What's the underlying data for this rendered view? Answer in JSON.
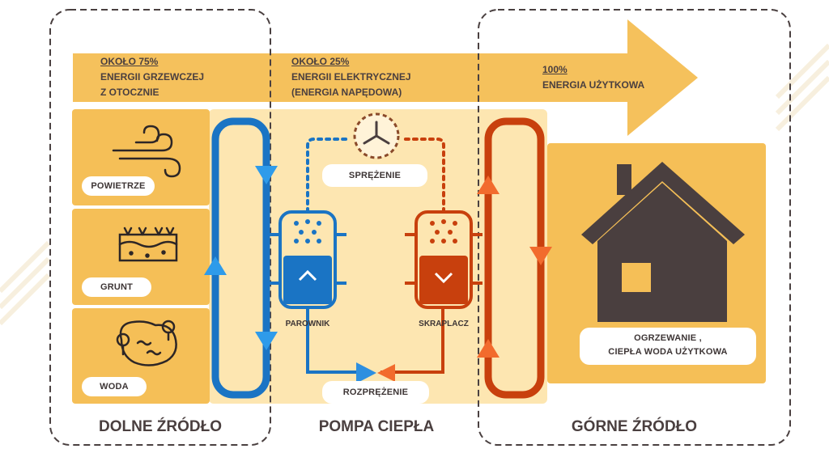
{
  "header": {
    "lower": {
      "percent": "OKOŁO 75%",
      "line1": "ENERGII GRZEWCZEJ",
      "line2": "Z OTOCZNIE"
    },
    "middle": {
      "percent": "OKOŁO 25%",
      "line1": "ENERGII ELEKTRYCZNEJ",
      "line2": "(ENERGIA NAPĘDOWA)"
    },
    "upper": {
      "percent": "100%",
      "line1": "ENERGIA UŻYTKOWA"
    }
  },
  "sources": [
    {
      "label": "POWIETRZE",
      "icon": "wind-icon"
    },
    {
      "label": "GRUNT",
      "icon": "soil-icon"
    },
    {
      "label": "WODA",
      "icon": "pond-icon"
    }
  ],
  "components": {
    "compression": "SPRĘŻENIE",
    "evaporator": "PAROWNIK",
    "condenser": "SKRAPLACZ",
    "expansion": "ROZPRĘŻENIE"
  },
  "house": {
    "line1": "OGRZEWANIE ,",
    "line2": "CIEPŁA WODA UŻYTKOWA"
  },
  "sections": {
    "lower": "DOLNE ŹRÓDŁO",
    "pump": "POMPA CIEPŁA",
    "upper": "GÓRNE ŹRÓDŁO"
  },
  "colors": {
    "orange_panel": "#f5be55",
    "light_panel": "#fbe3a9",
    "arrow": "#f2c36a",
    "blue": "#1a74c4",
    "blue_light": "#2e8fe0",
    "red": "#c8400d",
    "red_light": "#f26b2d",
    "house": "#4a3f3f"
  }
}
